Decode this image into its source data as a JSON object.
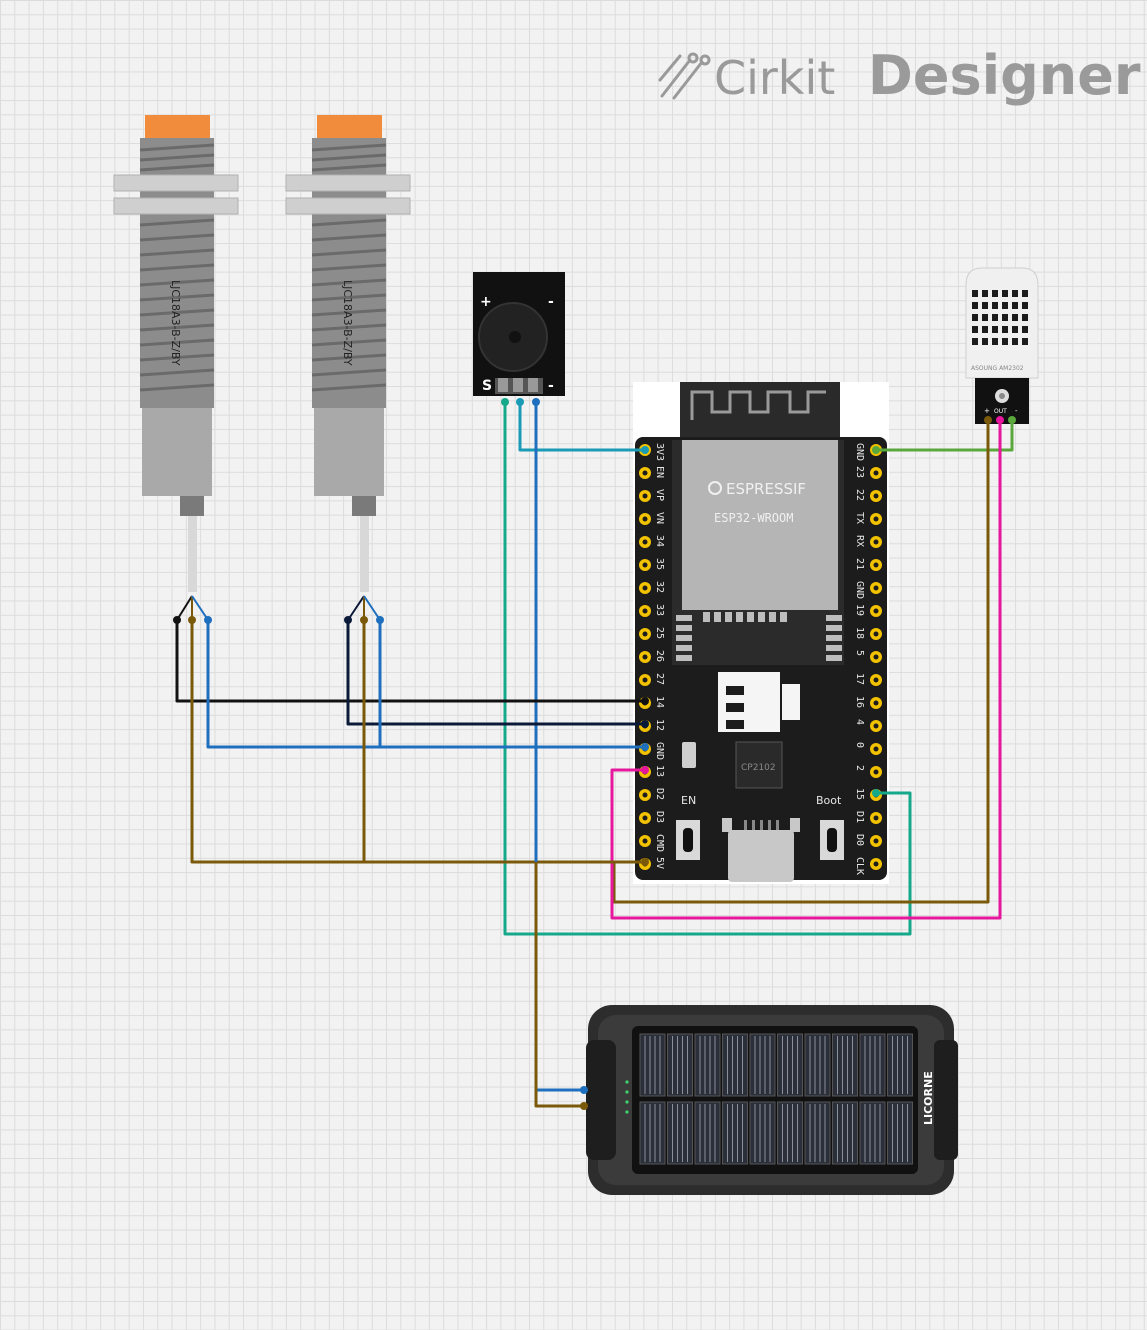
{
  "watermark": {
    "part1": "Cirkit",
    "part2": "Designer"
  },
  "sensors": [
    {
      "label": "LJC18A3-B-Z/BY"
    },
    {
      "label": "LJC18A3-B-Z/BY"
    }
  ],
  "buzzer": {
    "plus": "+",
    "minus": "-",
    "s": "S",
    "minus2": "-"
  },
  "dht": {
    "brand": "ASOUNG AM2302",
    "out": "OUT",
    "minus": "-"
  },
  "esp32": {
    "logo": "ESPRESSIF",
    "module": "ESP32-WROOM",
    "chip": "CP2102",
    "en_label": "EN",
    "boot_label": "Boot",
    "left_pins": [
      "3V3",
      "EN",
      "VP",
      "VN",
      "34",
      "35",
      "32",
      "33",
      "25",
      "26",
      "27",
      "14",
      "12",
      "GND",
      "13",
      "D2",
      "D3",
      "CMD",
      "5V"
    ],
    "right_pins": [
      "GND",
      "23",
      "22",
      "TX",
      "RX",
      "21",
      "GND",
      "19",
      "18",
      "5",
      "17",
      "16",
      "4",
      "0",
      "2",
      "15",
      "D1",
      "D0",
      "CLK"
    ]
  },
  "powerbank": {
    "brand": "LICORNE"
  },
  "colors": {
    "teal": "#1a9bb5",
    "blue": "#1e6fbe",
    "green_teal": "#16a88a",
    "green": "#5aa83c",
    "brown": "#7a5a0a",
    "magenta": "#e6179c",
    "black": "#111111",
    "navy": "#0c1a3a"
  }
}
